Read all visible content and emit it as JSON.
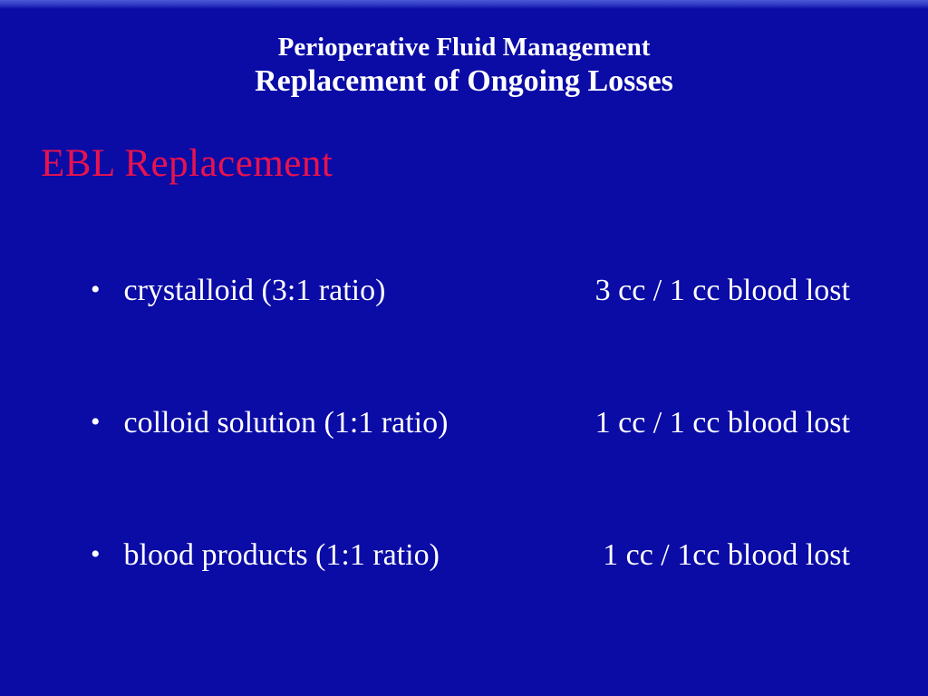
{
  "slide": {
    "title_line1": "Perioperative Fluid Management",
    "title_line2": "Replacement of Ongoing Losses",
    "heading": "EBL Replacement",
    "bullet_char": "•",
    "bullets": [
      {
        "label": "crystalloid (3:1 ratio)",
        "value": "3 cc / 1 cc blood lost"
      },
      {
        "label": "colloid solution (1:1 ratio)",
        "value": "1 cc / 1 cc blood lost"
      },
      {
        "label": "blood products  (1:1 ratio)",
        "value": "1 cc / 1cc blood lost"
      }
    ],
    "colors": {
      "background": "#0b0ba6",
      "top_edge": "#4a5ad8",
      "heading": "#e8134e",
      "text": "#ffffff"
    }
  }
}
